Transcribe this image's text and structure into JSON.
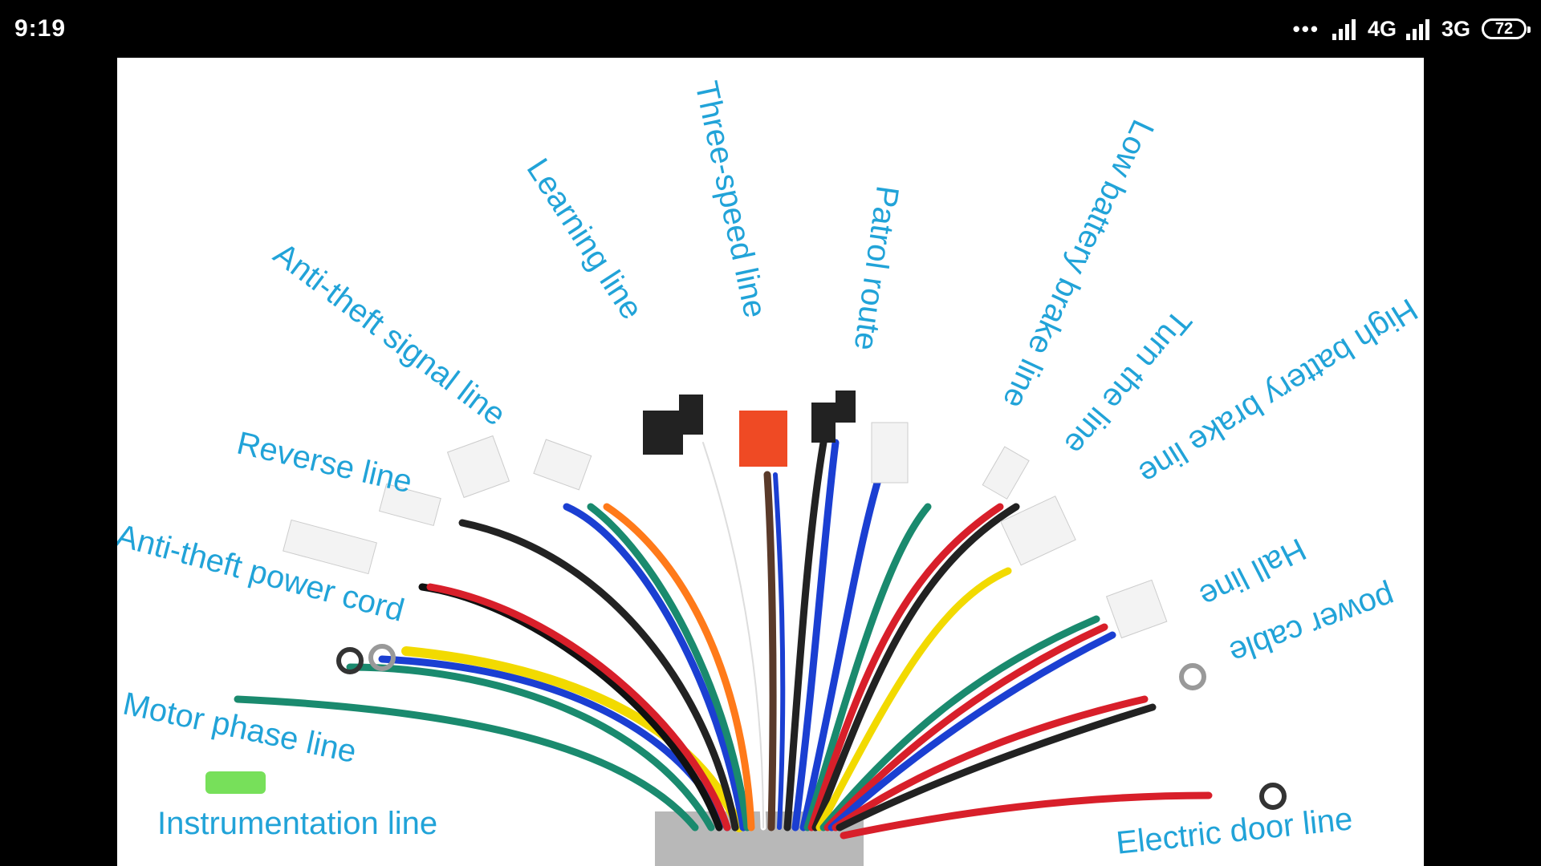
{
  "status_bar": {
    "time": "9:19",
    "dots": "•••",
    "network_1": "4G",
    "network_1_sub": "",
    "network_2": "3G",
    "battery": "72"
  },
  "diagram": {
    "label_color": "#21a3d8",
    "labels": {
      "learning": "Learning line",
      "three_speed": "Three-speed line",
      "patrol": "Patrol route",
      "low_battery_brake": "Low battery brake line",
      "anti_theft_signal": "Anti-theft signal line",
      "turn": "Turn the line",
      "high_battery_brake": "High battery brake line",
      "reverse": "Reverse line",
      "anti_theft_power": "Anti-theft power cord",
      "hall": "Hall line",
      "power_cable": "power cable",
      "motor_phase": "Motor phase line",
      "instrumentation": "Instrumentation line",
      "electric_door": "Electric door line"
    }
  }
}
